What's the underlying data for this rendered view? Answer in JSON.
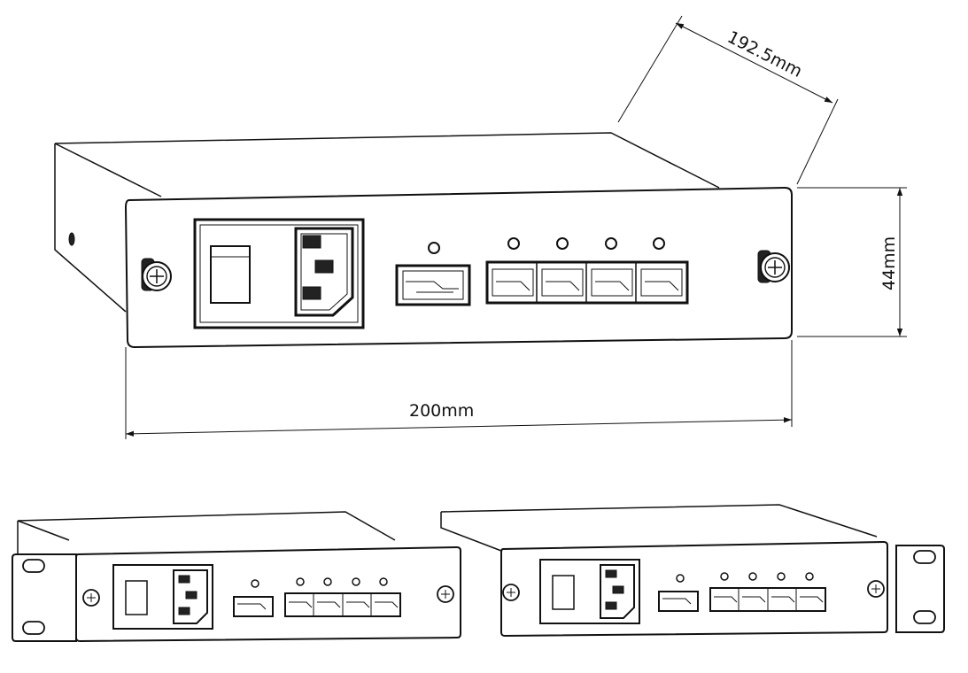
{
  "dimensions": {
    "depth": "192.5mm",
    "height": "44mm",
    "width": "200mm"
  },
  "colors": {
    "line": "#111111",
    "background": "#ffffff"
  },
  "icons": [
    "screw-icon",
    "power-switch-icon",
    "iec-socket-icon",
    "sfp-port-icon",
    "led-icon",
    "mounting-slot-icon"
  ]
}
